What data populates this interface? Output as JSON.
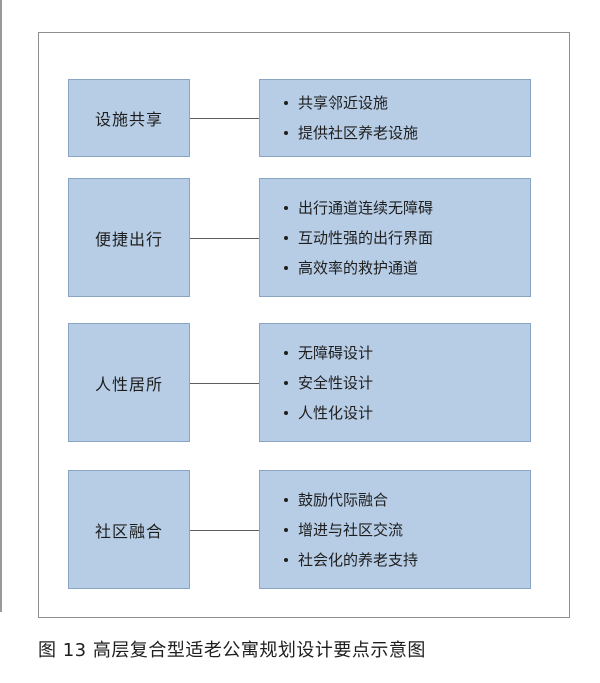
{
  "diagram": {
    "rows": [
      {
        "category": "设施共享",
        "items": [
          "共享邻近设施",
          "提供社区养老设施"
        ]
      },
      {
        "category": "便捷出行",
        "items": [
          "出行通道连续无障碍",
          "互动性强的出行界面",
          "高效率的救护通道"
        ]
      },
      {
        "category": "人性居所",
        "items": [
          "无障碍设计",
          "安全性设计",
          "人性化设计"
        ]
      },
      {
        "category": "社区融合",
        "items": [
          "鼓励代际融合",
          "增进与社区交流",
          "社会化的养老支持"
        ]
      }
    ]
  },
  "caption": "图 13  高层复合型适老公寓规划设计要点示意图",
  "colors": {
    "box_fill": "#b7cde6",
    "box_border": "#8aa5c4",
    "frame_border": "#8e8e8e"
  }
}
